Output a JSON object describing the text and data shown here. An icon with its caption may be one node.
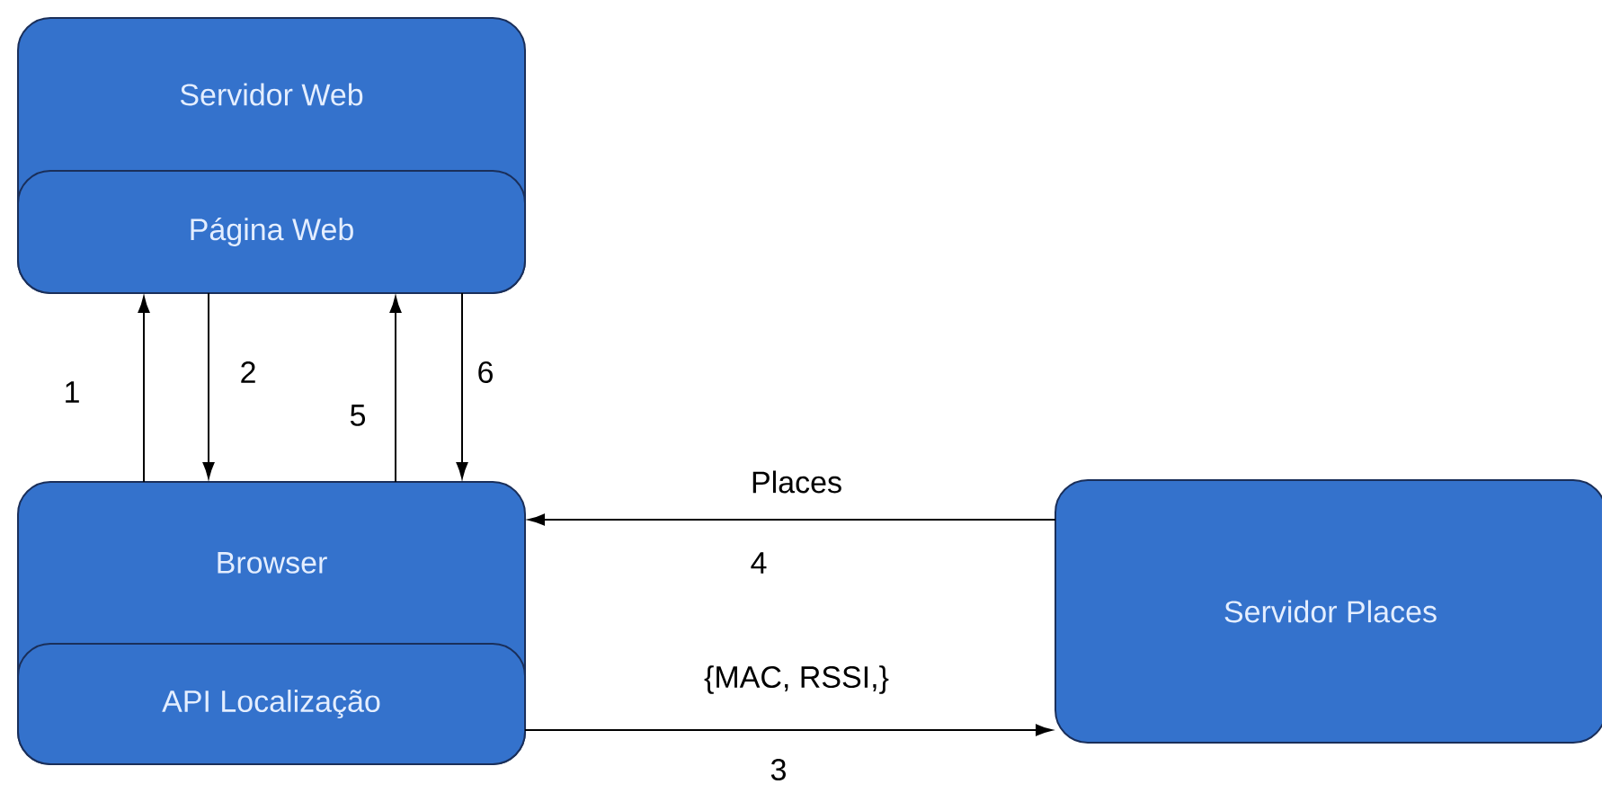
{
  "diagram": {
    "nodes": [
      {
        "text": [
          "Servidor Web"
        ]
      },
      {
        "text": [
          "Página Web"
        ],
        "in": 0
      },
      {
        "text": [
          "Browser"
        ]
      },
      {
        "text": [
          "API Localização"
        ],
        "in": 2
      },
      {
        "text": [
          "Servidor Places"
        ]
      }
    ],
    "edges": [
      {
        "from": 2,
        "to": 1,
        "arrow": "to",
        "label": "1"
      },
      {
        "from": 1,
        "to": 2,
        "arrow": "to",
        "label": "2"
      },
      {
        "from": 3,
        "to": 4,
        "arrow": "to",
        "label": "{MAC, RSSI,}"
      },
      {
        "from": 4,
        "to": 2,
        "arrow": "to",
        "label": "Places"
      },
      {
        "from": 2,
        "to": 1,
        "arrow": "to",
        "label": "5"
      },
      {
        "from": 1,
        "to": 2,
        "arrow": "to",
        "label": "6"
      }
    ],
    "labels": [
      "4",
      "3"
    ]
  }
}
